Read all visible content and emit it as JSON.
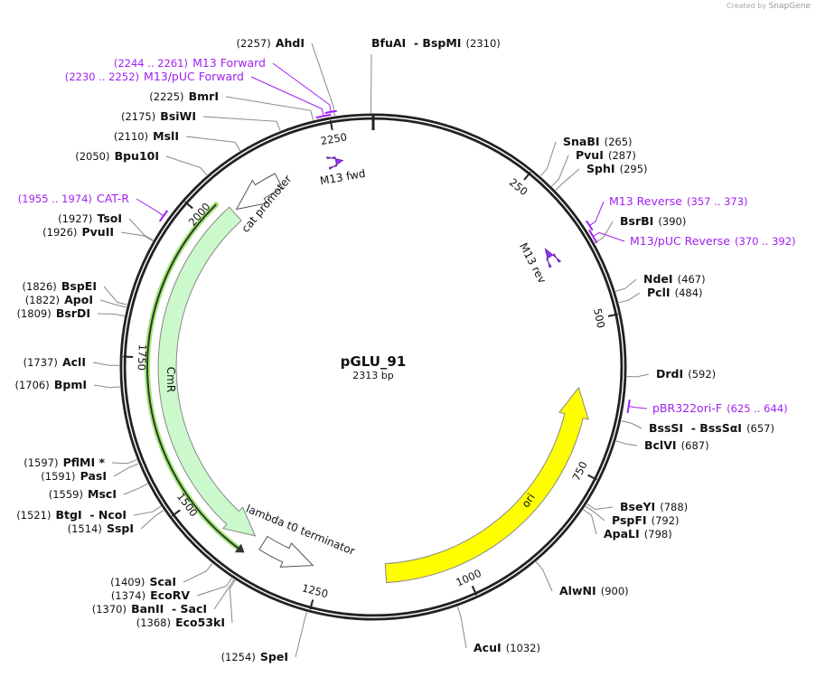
{
  "credit": {
    "prefix": "Created by",
    "brand": "SnapGene"
  },
  "plasmid": {
    "name": "pGLU_91",
    "size_label": "2313 bp",
    "length": 2313
  },
  "colors": {
    "primer": "#a020f0",
    "ori": "#ffff00",
    "cmr": "#ccf9cc",
    "orf_glow": "#9fe870",
    "backbone": "#222222"
  },
  "ticks": [
    250,
    500,
    750,
    1000,
    1250,
    1500,
    1750,
    2000,
    2250
  ],
  "enzymes": [
    {
      "name": "AhdI",
      "position": 2257
    },
    {
      "name": "BmrI",
      "position": 2225
    },
    {
      "name": "BsiWI",
      "position": 2175
    },
    {
      "name": "MslI",
      "position": 2110
    },
    {
      "name": "Bpu10I",
      "position": 2050
    },
    {
      "name": "TsoI",
      "position": 1927
    },
    {
      "name": "PvuII",
      "position": 1926
    },
    {
      "name": "BspEI",
      "position": 1826
    },
    {
      "name": "ApoI",
      "position": 1822
    },
    {
      "name": "BsrDI",
      "position": 1809
    },
    {
      "name": "AclI",
      "position": 1737
    },
    {
      "name": "BpmI",
      "position": 1706
    },
    {
      "name": "PflMI *",
      "position": 1597
    },
    {
      "name": "PasI",
      "position": 1591
    },
    {
      "name": "MscI",
      "position": 1559
    },
    {
      "name": "BtgI  - NcoI",
      "position": 1521
    },
    {
      "name": "SspI",
      "position": 1514
    },
    {
      "name": "ScaI",
      "position": 1409
    },
    {
      "name": "EcoRV",
      "position": 1374
    },
    {
      "name": "BanII  - SacI",
      "position": 1370
    },
    {
      "name": "Eco53kI",
      "position": 1368
    },
    {
      "name": "SpeI",
      "position": 1254
    },
    {
      "name": "BfuAI  - BspMI",
      "position": 2310
    },
    {
      "name": "SnaBI",
      "position": 265
    },
    {
      "name": "PvuI",
      "position": 287
    },
    {
      "name": "SphI",
      "position": 295
    },
    {
      "name": "BsrBI",
      "position": 390
    },
    {
      "name": "NdeI",
      "position": 467
    },
    {
      "name": "PclI",
      "position": 484
    },
    {
      "name": "DrdI",
      "position": 592
    },
    {
      "name": "BssSI  - BssSαI",
      "position": 657
    },
    {
      "name": "BclVI",
      "position": 687
    },
    {
      "name": "BseYI",
      "position": 788
    },
    {
      "name": "PspFI",
      "position": 792
    },
    {
      "name": "ApaLI",
      "position": 798
    },
    {
      "name": "AlwNI",
      "position": 900
    },
    {
      "name": "AcuI",
      "position": 1032
    }
  ],
  "primers": [
    {
      "name": "M13 Forward",
      "start": 2244,
      "end": 2261,
      "range": "(2244 .. 2261)"
    },
    {
      "name": "M13/pUC Forward",
      "start": 2230,
      "end": 2252,
      "range": "(2230 .. 2252)"
    },
    {
      "name": "CAT-R",
      "start": 1955,
      "end": 1974,
      "range": "(1955 .. 1974)"
    },
    {
      "name": "M13 Reverse",
      "start": 357,
      "end": 373,
      "range": "(357 .. 373)"
    },
    {
      "name": "M13/pUC Reverse",
      "start": 370,
      "end": 392,
      "range": "(370 .. 392)"
    },
    {
      "name": "pBR322ori-F",
      "start": 625,
      "end": 644,
      "range": "(625 .. 644)"
    }
  ],
  "features": [
    {
      "name": "ori",
      "from": 1134,
      "to": 615,
      "fill": "#ffff00"
    },
    {
      "name": "CmR",
      "from": 2043,
      "to": 1381,
      "fill": "#ccf9cc"
    },
    {
      "name": "cat promoter",
      "from": 2140,
      "to": 2050,
      "fill": "#ffffff"
    },
    {
      "name": "lambda t0 terminator",
      "from": 1362,
      "to": 1265,
      "fill": "#ffffff"
    },
    {
      "name": "M13 fwd",
      "from": 2247,
      "to": 2259,
      "fill": "#9b30ff"
    },
    {
      "name": "M13 rev",
      "from": 373,
      "to": 357,
      "fill": "#9b30ff"
    }
  ]
}
